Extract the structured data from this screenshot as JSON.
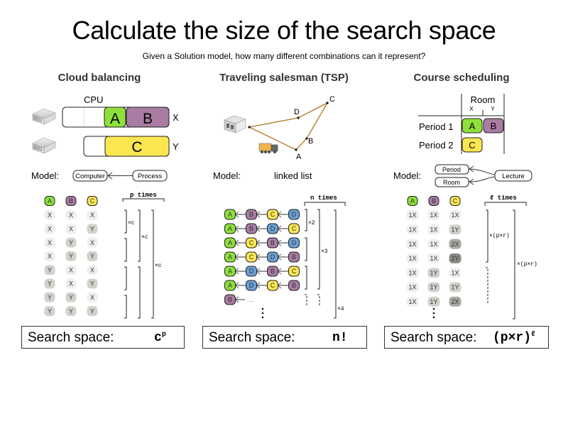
{
  "title": "Calculate the size of the search space",
  "subtitle": "Given a Solution model, how many different combinations can it represent?",
  "colors": {
    "green": "#8ee03a",
    "purple": "#a87ca3",
    "yellow": "#fbe651",
    "blue": "#6a9fd6",
    "chip_light": "#eeeeee",
    "chip_mid": "#d2d2cc",
    "chip_dark": "#a8a8a4",
    "route": "#b07820"
  },
  "cloud": {
    "title": "Cloud balancing",
    "cpu_label": "CPU",
    "computers": [
      {
        "label": "X",
        "processes": [
          "A",
          "B"
        ]
      },
      {
        "label": "Y",
        "processes": [
          "C"
        ]
      }
    ],
    "model_label": "Model:",
    "model_nodes": [
      "Computer",
      "Process"
    ],
    "header": [
      "A",
      "B",
      "C"
    ],
    "rows": [
      [
        "X",
        "X",
        "X"
      ],
      [
        "X",
        "X",
        "Y"
      ],
      [
        "X",
        "Y",
        "X"
      ],
      [
        "X",
        "Y",
        "Y"
      ],
      [
        "Y",
        "X",
        "X"
      ],
      [
        "Y",
        "X",
        "Y"
      ],
      [
        "Y",
        "Y",
        "X"
      ],
      [
        "Y",
        "Y",
        "Y"
      ]
    ],
    "times_label": "p times",
    "multipliers": [
      "×c",
      "×c",
      "×c"
    ],
    "search_space_label": "Search space:",
    "search_space_base": "c",
    "search_space_exp": "p"
  },
  "tsp": {
    "title": "Traveling salesman (TSP)",
    "points": [
      "A",
      "B",
      "C",
      "D"
    ],
    "model_label": "Model:",
    "model_value": "linked list",
    "times_label": "n times",
    "rows": [
      [
        "A",
        "B",
        "C",
        "D"
      ],
      [
        "A",
        "B",
        "D",
        "C"
      ],
      [
        "A",
        "C",
        "B",
        "D"
      ],
      [
        "A",
        "C",
        "D",
        "B"
      ],
      [
        "A",
        "D",
        "B",
        "C"
      ],
      [
        "A",
        "D",
        "C",
        "B"
      ]
    ],
    "partial_row_start": "B",
    "ellipsis": "...",
    "multipliers": [
      "×2",
      "×3",
      "×4"
    ],
    "search_space_label": "Search space:",
    "search_space_value": "n!"
  },
  "course": {
    "title": "Course scheduling",
    "room_label": "Room",
    "rooms": [
      "X",
      "Y"
    ],
    "periods": [
      "Period 1",
      "Period 2"
    ],
    "lectures": {
      "A": "Period 1 / X",
      "B": "Period 1 / Y",
      "C": "Period 2 / X"
    },
    "model_label": "Model:",
    "model_nodes": [
      "Period",
      "Room",
      "Lecture"
    ],
    "header": [
      "A",
      "B",
      "C"
    ],
    "rows": [
      [
        "1X",
        "1X",
        "1X"
      ],
      [
        "1X",
        "1X",
        "1Y"
      ],
      [
        "1X",
        "1X",
        "2X"
      ],
      [
        "1X",
        "1X",
        "2Y"
      ],
      [
        "1X",
        "1Y",
        "1X"
      ],
      [
        "1X",
        "1Y",
        "1Y"
      ],
      [
        "1X",
        "1Y",
        "2X"
      ]
    ],
    "times_label": "ℓ times",
    "multipliers": [
      "×(p×r)",
      "×(p×r)"
    ],
    "search_space_label": "Search space:",
    "search_space_base": "(p×r)",
    "search_space_exp": "ℓ"
  }
}
